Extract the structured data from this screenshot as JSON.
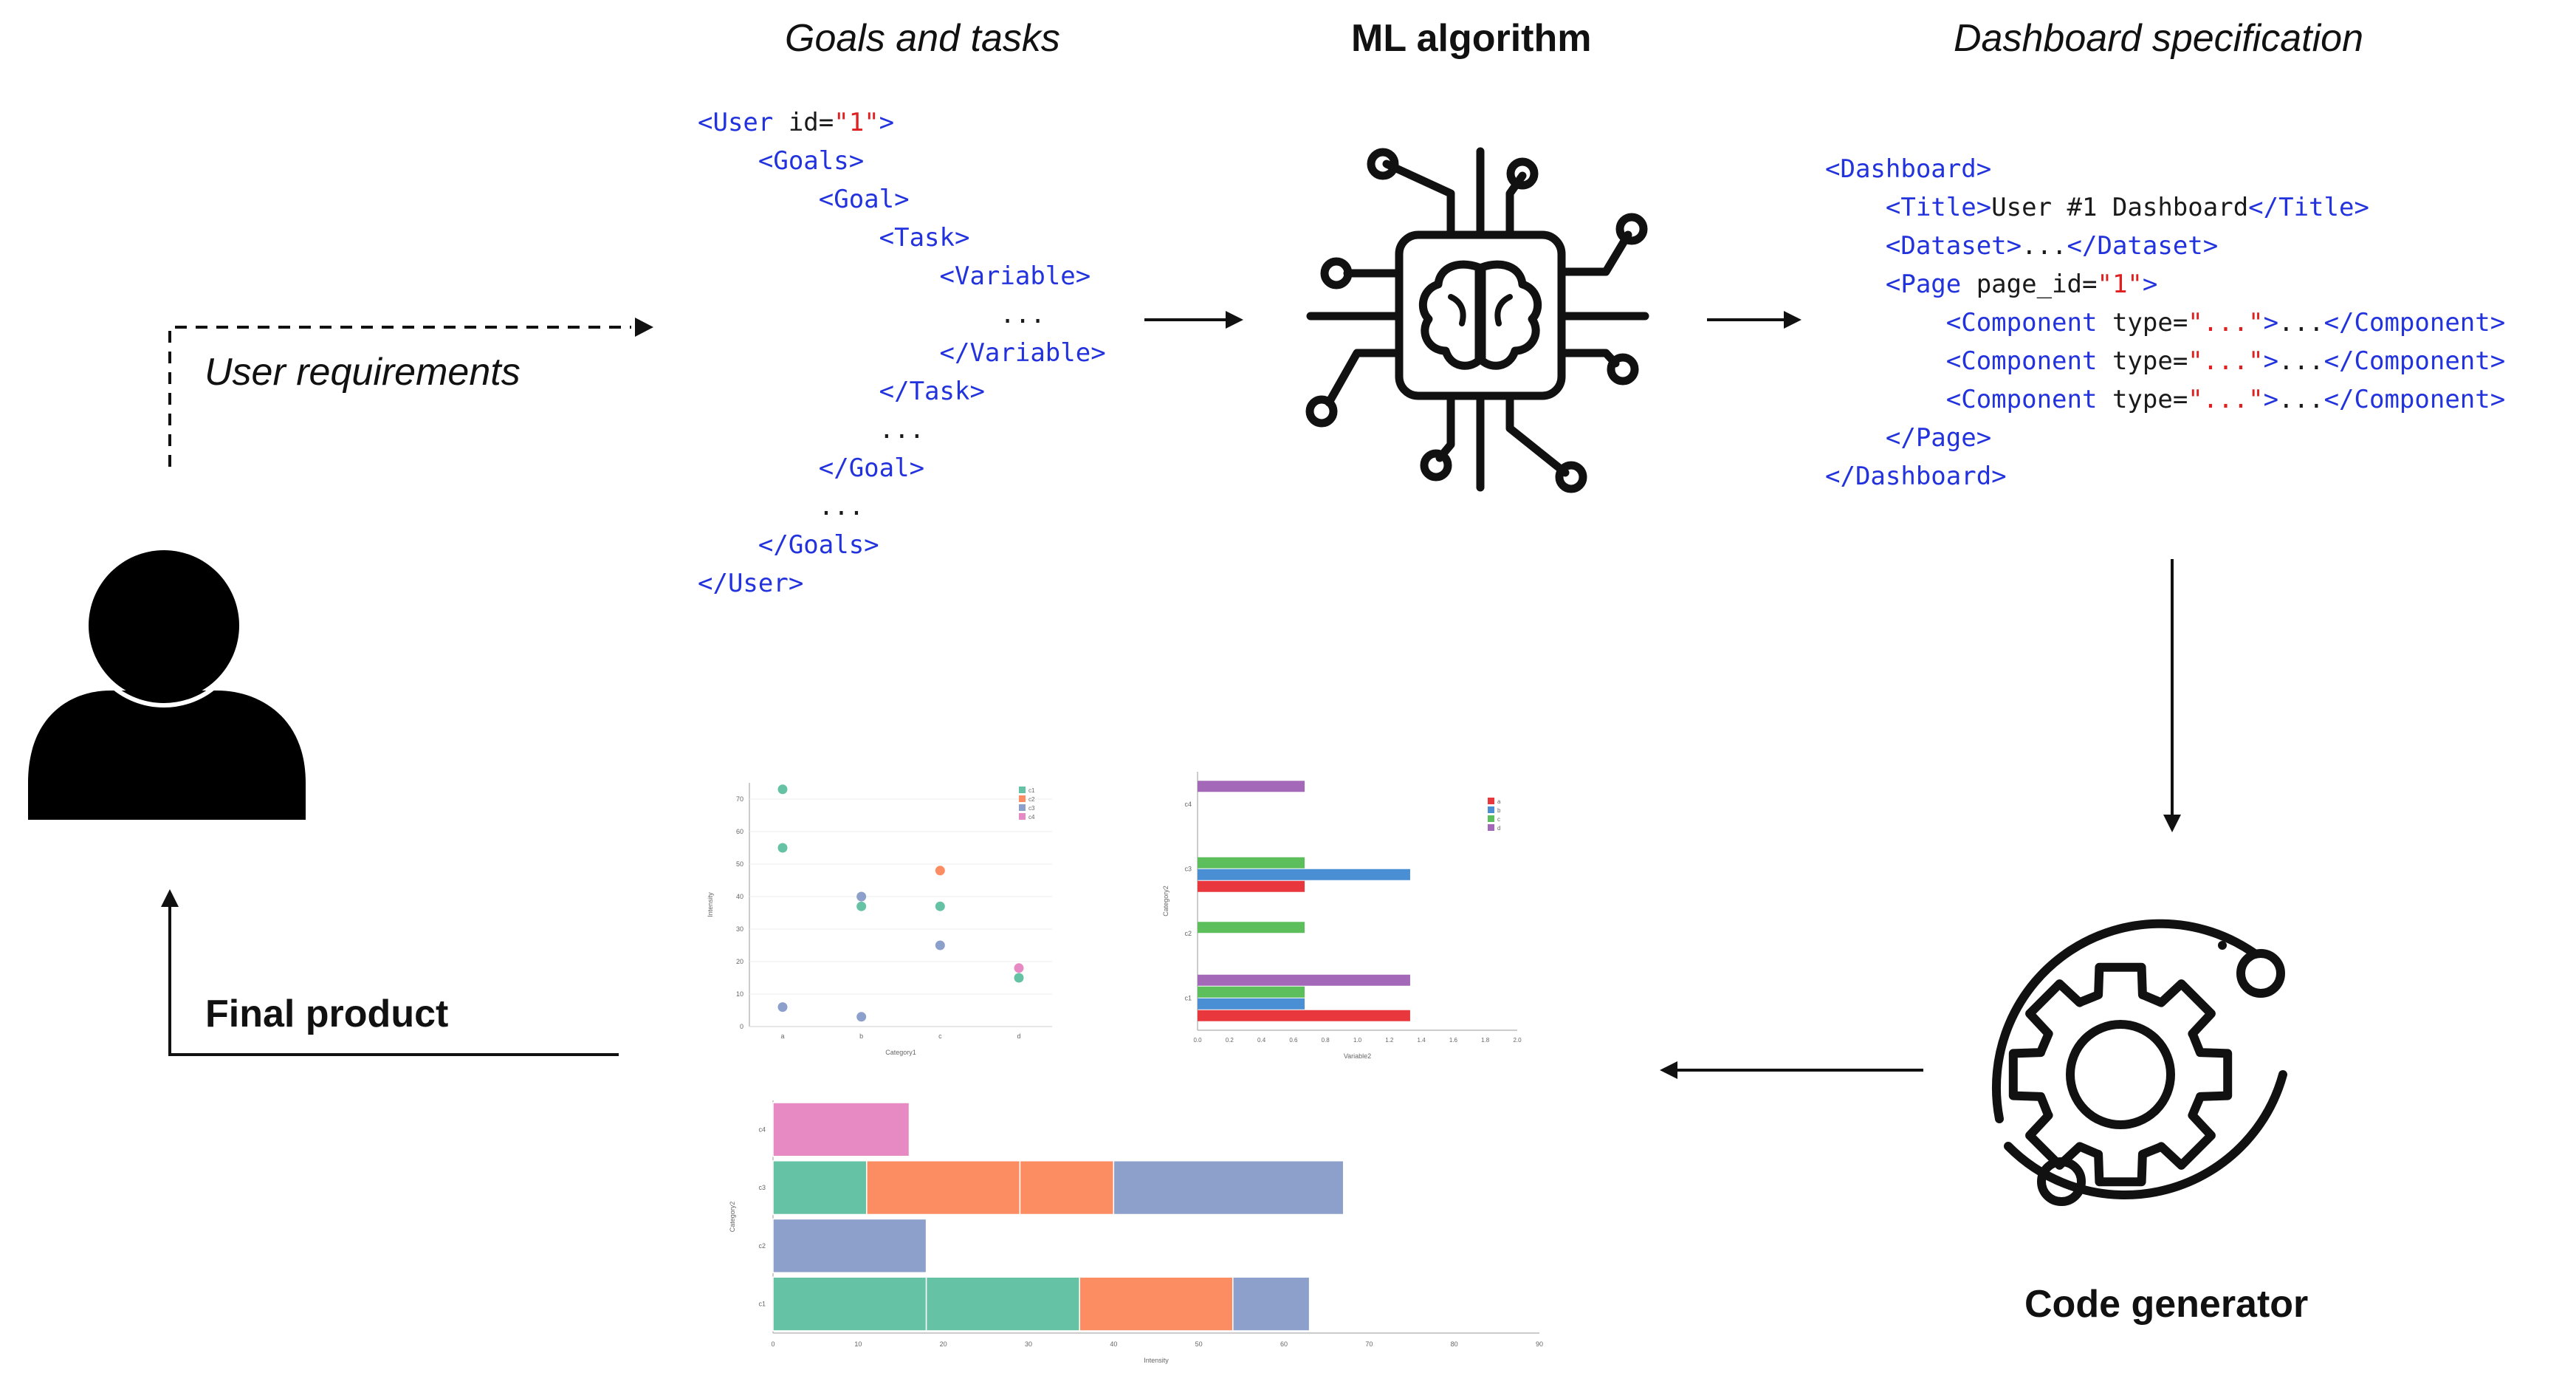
{
  "labels": {
    "goals_title": "Goals and tasks",
    "ml_title": "ML algorithm",
    "dashboard_title": "Dashboard specification",
    "user_requirements": "User requirements",
    "final_product": "Final product",
    "code_generator": "Code generator"
  },
  "goals_code": [
    [
      {
        "t": "tag",
        "v": "<User "
      },
      {
        "t": "txt",
        "v": "id="
      },
      {
        "t": "str",
        "v": "\"1\""
      },
      {
        "t": "tag",
        "v": ">"
      }
    ],
    [
      {
        "t": "tag",
        "v": "    <Goals>"
      }
    ],
    [
      {
        "t": "tag",
        "v": "        <Goal>"
      }
    ],
    [
      {
        "t": "tag",
        "v": "            <Task>"
      }
    ],
    [
      {
        "t": "tag",
        "v": "                <Variable>"
      }
    ],
    [
      {
        "t": "txt",
        "v": "                    ..."
      }
    ],
    [
      {
        "t": "tag",
        "v": "                </Variable>"
      }
    ],
    [
      {
        "t": "tag",
        "v": "            </Task>"
      }
    ],
    [
      {
        "t": "txt",
        "v": "            ..."
      }
    ],
    [
      {
        "t": "tag",
        "v": "        </Goal>"
      }
    ],
    [
      {
        "t": "txt",
        "v": "        ..."
      }
    ],
    [
      {
        "t": "tag",
        "v": "    </Goals>"
      }
    ],
    [
      {
        "t": "tag",
        "v": "</User>"
      }
    ]
  ],
  "dashboard_code": [
    [
      {
        "t": "tag",
        "v": "<Dashboard>"
      }
    ],
    [
      {
        "t": "tag",
        "v": "    <Title>"
      },
      {
        "t": "txt",
        "v": "User #1 Dashboard"
      },
      {
        "t": "tag",
        "v": "</Title>"
      }
    ],
    [
      {
        "t": "tag",
        "v": "    <Dataset>"
      },
      {
        "t": "txt",
        "v": "..."
      },
      {
        "t": "tag",
        "v": "</Dataset>"
      }
    ],
    [
      {
        "t": "tag",
        "v": "    <Page "
      },
      {
        "t": "txt",
        "v": "page_id="
      },
      {
        "t": "str",
        "v": "\"1\""
      },
      {
        "t": "tag",
        "v": ">"
      }
    ],
    [
      {
        "t": "tag",
        "v": "        <Component "
      },
      {
        "t": "txt",
        "v": "type="
      },
      {
        "t": "str",
        "v": "\"...\""
      },
      {
        "t": "tag",
        "v": ">"
      },
      {
        "t": "txt",
        "v": "..."
      },
      {
        "t": "tag",
        "v": "</Component>"
      }
    ],
    [
      {
        "t": "tag",
        "v": "        <Component "
      },
      {
        "t": "txt",
        "v": "type="
      },
      {
        "t": "str",
        "v": "\"...\""
      },
      {
        "t": "tag",
        "v": ">"
      },
      {
        "t": "txt",
        "v": "..."
      },
      {
        "t": "tag",
        "v": "</Component>"
      }
    ],
    [
      {
        "t": "tag",
        "v": "        <Component "
      },
      {
        "t": "txt",
        "v": "type="
      },
      {
        "t": "str",
        "v": "\"...\""
      },
      {
        "t": "tag",
        "v": ">"
      },
      {
        "t": "txt",
        "v": "..."
      },
      {
        "t": "tag",
        "v": "</Component>"
      }
    ],
    [
      {
        "t": "tag",
        "v": "    </Page>"
      }
    ],
    [
      {
        "t": "tag",
        "v": "</Dashboard>"
      }
    ]
  ],
  "colors": {
    "c1": "#66c2a5",
    "c2": "#fc8d62",
    "c3": "#8da0cb",
    "c4": "#e78ac3",
    "bar_red": "#e8383d",
    "bar_blue": "#4a8fd4",
    "bar_green": "#5cbf5c",
    "bar_purple": "#a368b8",
    "tag": "#2233dd",
    "string": "#e02020"
  },
  "chart_data": [
    {
      "type": "scatter",
      "series": [
        {
          "name": "c1",
          "points": [
            [
              0,
              73
            ],
            [
              0,
              55
            ],
            [
              1,
              37
            ],
            [
              2,
              37
            ],
            [
              3,
              15
            ]
          ]
        },
        {
          "name": "c2",
          "points": [
            [
              2,
              48
            ]
          ]
        },
        {
          "name": "c3",
          "points": [
            [
              0,
              6
            ],
            [
              1,
              40
            ],
            [
              1,
              3
            ],
            [
              2,
              25
            ]
          ]
        },
        {
          "name": "c4",
          "points": [
            [
              3,
              18
            ]
          ]
        }
      ],
      "ylim": [
        0,
        75
      ],
      "yticks": [
        "0",
        "10",
        "20",
        "30",
        "40",
        "50",
        "60",
        "70"
      ],
      "xticks": [
        "a",
        "b",
        "c",
        "d"
      ],
      "xlabel": "Category1",
      "ylabel": "Intensity"
    },
    {
      "type": "bar",
      "orientation": "horizontal",
      "categories": [
        "c1",
        "c2",
        "c3",
        "c4"
      ],
      "series": [
        {
          "name": "a",
          "values": [
            1.33,
            0,
            0.67,
            0
          ]
        },
        {
          "name": "b",
          "values": [
            0.67,
            0,
            1.33,
            0
          ]
        },
        {
          "name": "c",
          "values": [
            0.67,
            0.67,
            0.67,
            0
          ]
        },
        {
          "name": "d",
          "values": [
            1.33,
            0,
            0,
            0.67
          ]
        }
      ],
      "xlim": [
        0,
        2
      ],
      "xticks": [
        "0.0",
        "0.2",
        "0.4",
        "0.6",
        "0.8",
        "1.0",
        "1.2",
        "1.4",
        "1.6",
        "1.8",
        "2.0"
      ],
      "xlabel": "Variable2",
      "ylabel": "Category2"
    },
    {
      "type": "bar",
      "orientation": "horizontal",
      "stacked": true,
      "categories": [
        "c1",
        "c2",
        "c3",
        "c4"
      ],
      "segments": [
        [
          {
            "s": "c1",
            "v": 18
          },
          {
            "s": "c1",
            "v": 18
          },
          {
            "s": "c2",
            "v": 18
          },
          {
            "s": "c3",
            "v": 9
          }
        ],
        [
          {
            "s": "c3",
            "v": 18
          }
        ],
        [
          {
            "s": "c1",
            "v": 11
          },
          {
            "s": "c2",
            "v": 18
          },
          {
            "s": "c2",
            "v": 11
          },
          {
            "s": "c3",
            "v": 27
          }
        ],
        [
          {
            "s": "c4",
            "v": 16
          }
        ]
      ],
      "xlim": [
        0,
        90
      ],
      "xticks": [
        "0",
        "10",
        "20",
        "30",
        "40",
        "50",
        "60",
        "70",
        "80",
        "90"
      ],
      "xlabel": "Intensity",
      "ylabel": "Category2"
    }
  ]
}
